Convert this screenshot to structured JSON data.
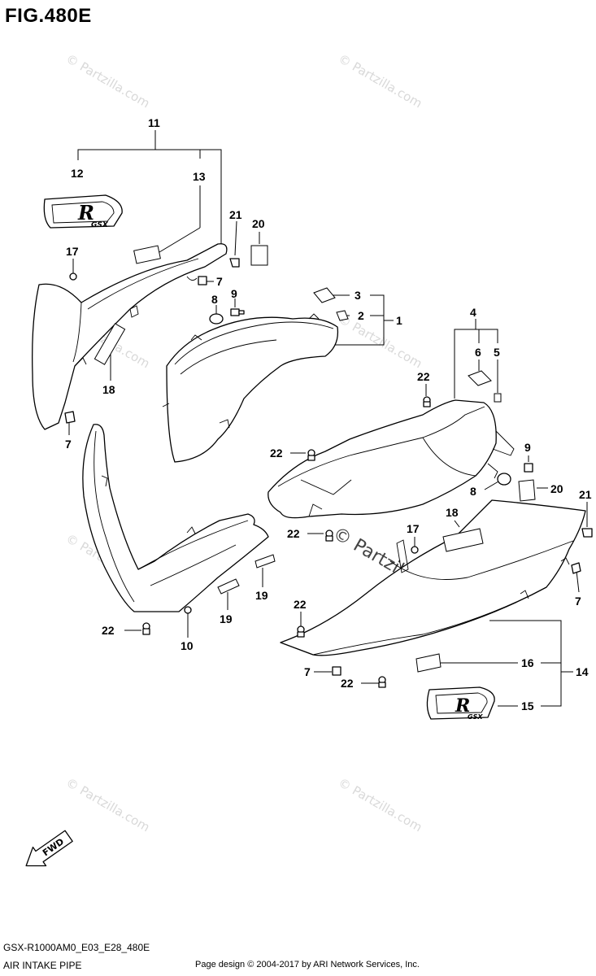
{
  "figure": {
    "title": "FIG.480E",
    "model_code": "GSX-R1000AM0_E03_E28_480E",
    "section_name": "AIR INTAKE PIPE",
    "credit": "Page design © 2004-2017 by ARI Network Services, Inc."
  },
  "watermark": {
    "text": "© Partzilla.com",
    "color": "#d9d9d9"
  },
  "logo_decal": {
    "letter": "R",
    "sub_text": "GSX"
  },
  "fwd_arrow": {
    "label": "FWD"
  },
  "callouts": {
    "c1": "1",
    "c2": "2",
    "c3": "3",
    "c4": "4",
    "c5": "5",
    "c6": "6",
    "c7a": "7",
    "c7b": "7",
    "c7c": "7",
    "c7d": "7",
    "c8a": "8",
    "c8b": "8",
    "c9a": "9",
    "c9b": "9",
    "c10": "10",
    "c11": "11",
    "c12": "12",
    "c13": "13",
    "c14": "14",
    "c15": "15",
    "c16": "16",
    "c17a": "17",
    "c17b": "17",
    "c18a": "18",
    "c18b": "18",
    "c19a": "19",
    "c19b": "19",
    "c20a": "20",
    "c20b": "20",
    "c21a": "21",
    "c21b": "21",
    "c22a": "22",
    "c22b": "22",
    "c22c": "22",
    "c22d": "22",
    "c22e": "22",
    "c22f": "22"
  }
}
